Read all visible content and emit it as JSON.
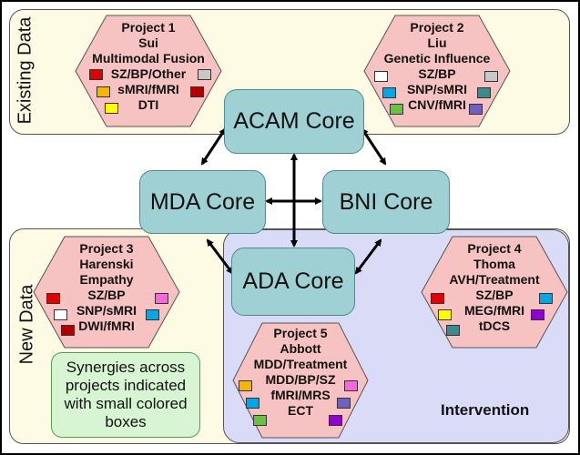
{
  "regions": {
    "existing_label": "Existing Data",
    "new_label": "New Data",
    "intervention_label": "Intervention"
  },
  "cores": [
    {
      "id": "acam",
      "label": "ACAM Core"
    },
    {
      "id": "mda",
      "label": "MDA Core"
    },
    {
      "id": "bni",
      "label": "BNI Core"
    },
    {
      "id": "ada",
      "label": "ADA Core"
    }
  ],
  "projects": [
    {
      "id": "p1",
      "lines": [
        "Project 1",
        "Sui",
        "Multimodal Fusion",
        "SZ/BP/Other",
        "sMRI/fMRI",
        "DTI"
      ]
    },
    {
      "id": "p2",
      "lines": [
        "Project 2",
        "Liu",
        "Genetic Influence",
        "SZ/BP",
        "SNP/sMRI",
        "CNV/fMRI"
      ]
    },
    {
      "id": "p3",
      "lines": [
        "Project 3",
        "Harenski",
        "Empathy",
        "SZ/BP",
        "SNP/sMRI",
        "DWI/fMRI"
      ]
    },
    {
      "id": "p4",
      "lines": [
        "Project 4",
        "Thoma",
        "AVH/Treatment",
        "SZ/BP",
        "MEG/fMRI",
        "tDCS"
      ]
    },
    {
      "id": "p5",
      "lines": [
        "Project 5",
        "Abbott",
        "MDD/Treatment",
        "MDD/BP/SZ",
        "fMRI/MRS",
        "ECT"
      ]
    }
  ],
  "synergy_note": "Synergies across projects indicated with small colored boxes",
  "colors": {
    "red": "#e00000",
    "silver": "#c8c8c8",
    "orange": "#f7b500",
    "darkred": "#b00000",
    "yellow": "#ffff00",
    "white": "#ffffff",
    "cyan": "#00a8e8",
    "teal": "#3a8a8e",
    "green": "#6ac040",
    "purple": "#7060c0",
    "pink": "#ff66dd",
    "violet": "#9000d0",
    "core_fill": "#9fd0d3",
    "hex_fill": "#f7c2c2",
    "existing_bg": "#fdfbe3",
    "new_bg": "#fdfbe3",
    "intervention_bg": "#dadcf7"
  }
}
